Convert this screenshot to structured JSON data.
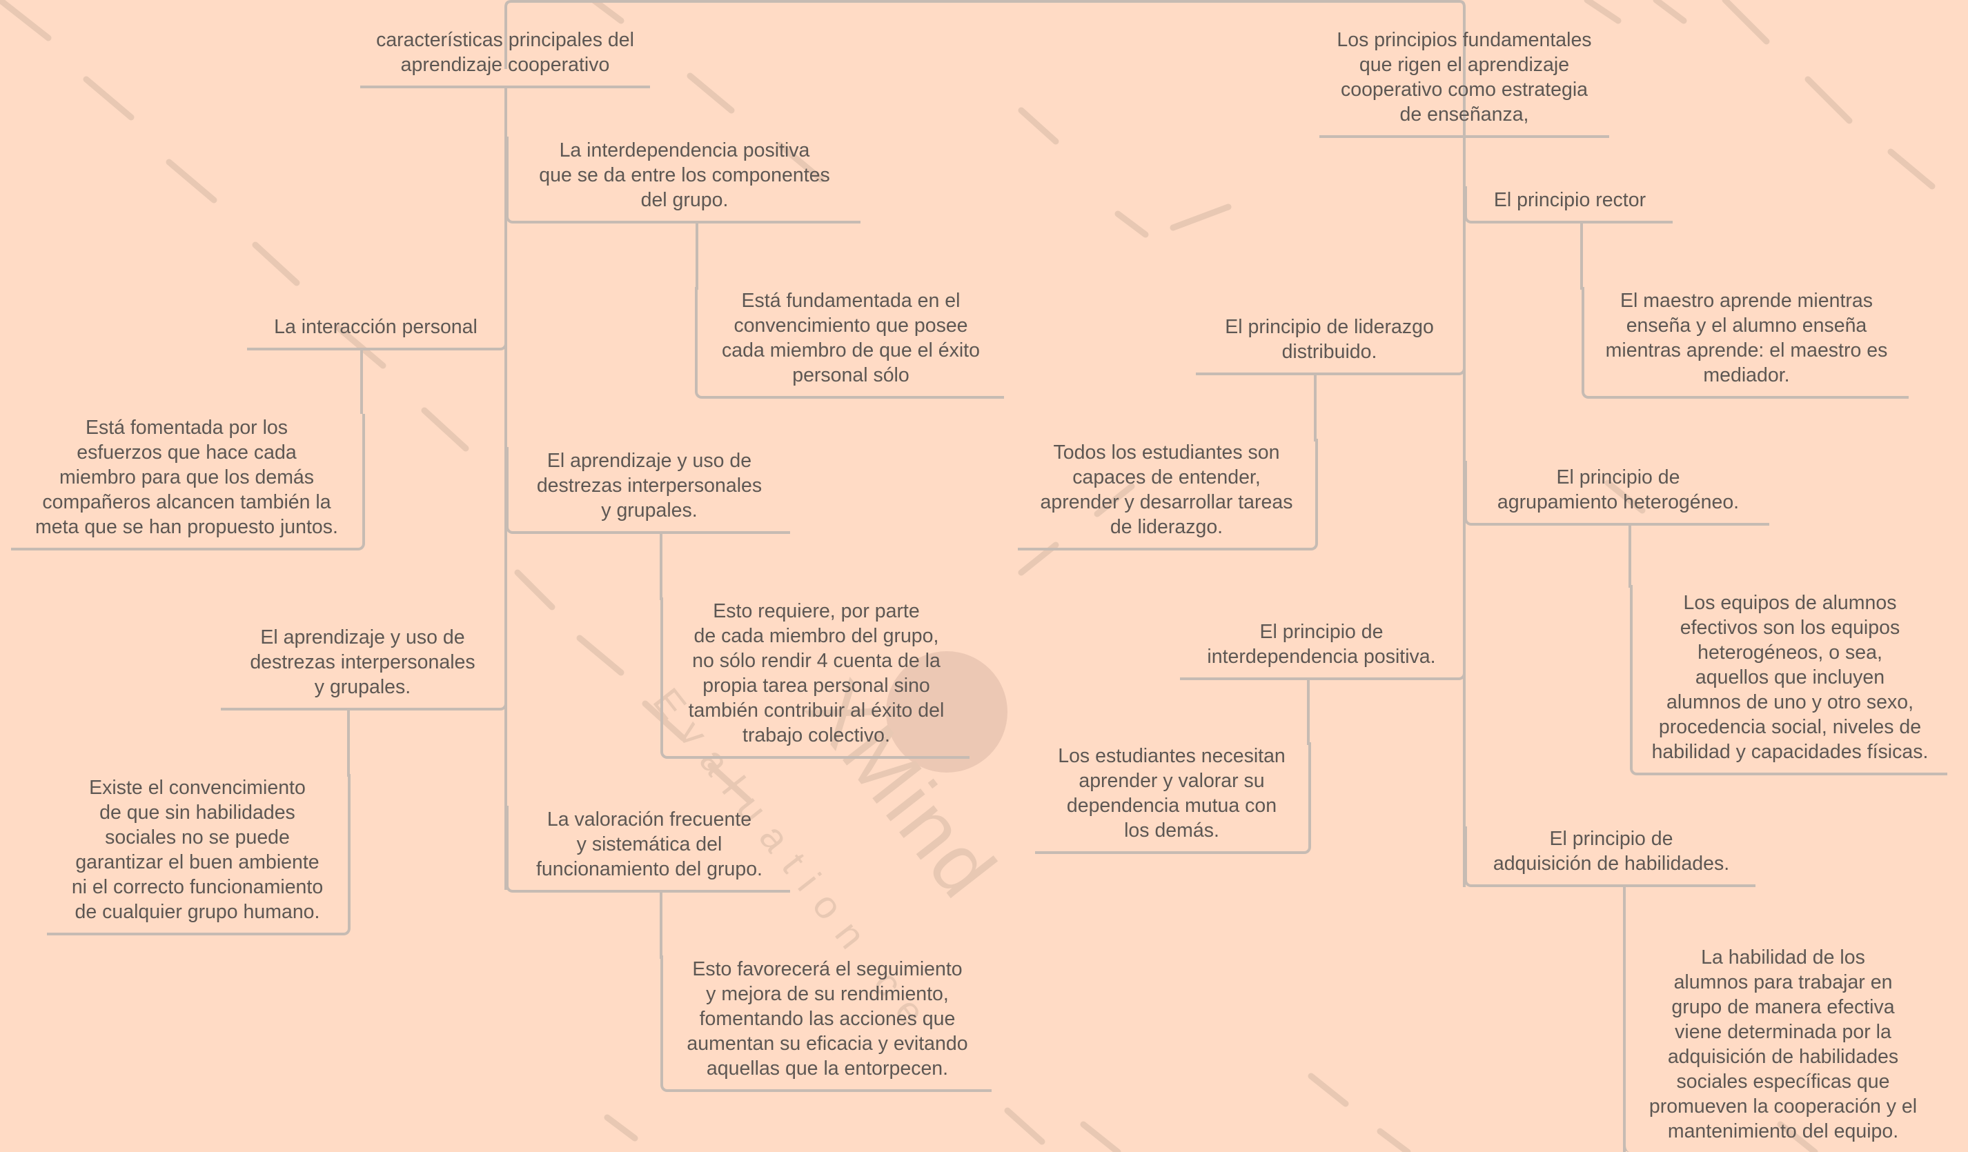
{
  "nodes": {
    "n_caracteristicas": "características principales del\naprendizaje cooperativo",
    "n_interdependencia": "La interdependencia positiva\nque se da entre los componentes\ndel grupo.",
    "n_fundamentada": "Está fundamentada en el\nconvencimiento que posee\ncada miembro de que el éxito\npersonal sólo",
    "n_interaccion": "La interacción personal",
    "n_fomentada": "Está fomentada por los\nesfuerzos que hace cada\nmiembro para que los demás\ncompañeros alcancen también la\nmeta que se han propuesto juntos.",
    "n_aprendizaje_uso_center": "El aprendizaje y uso de\ndestrezas interpersonales\ny grupales.",
    "n_requiere": "Esto requiere, por parte\nde cada miembro del grupo,\nno sólo rendir 4 cuenta de la\npropia tarea personal sino\ntambién contribuir al éxito del\ntrabajo colectivo.",
    "n_aprendizaje_uso_left": "El aprendizaje y uso de\ndestrezas interpersonales\ny grupales.",
    "n_convencimiento": "Existe el convencimiento\nde que sin habilidades\nsociales no se puede\ngarantizar el buen ambiente\nni el correcto funcionamiento\nde cualquier grupo humano.",
    "n_valoracion": "La valoración frecuente\ny sistemática del\nfuncionamiento del grupo.",
    "n_favorecera": "Esto favorecerá el seguimiento\ny mejora de su rendimiento,\nfomentando las acciones que\naumentan su eficacia y evitando\naquellas que la entorpecen.",
    "n_principios": "Los principios fundamentales\nque rigen el aprendizaje\ncooperativo como estrategia\nde enseñanza,",
    "n_rector": "El principio rector",
    "n_maestro": "El maestro aprende mientras\nenseña y el alumno enseña\nmientras aprende: el maestro es\nmediador.",
    "n_liderazgo": "El principio de liderazgo\ndistribuido.",
    "n_todos": "Todos los estudiantes son\ncapaces de entender,\naprender y desarrollar tareas\nde liderazgo.",
    "n_agrupamiento": "El principio de\nagrupamiento heterogéneo.",
    "n_equipos": "Los equipos de alumnos\nefectivos son los equipos\nheterogéneos, o sea,\naquellos que incluyen\nalumnos de uno y otro sexo,\nprocedencia social, niveles de\nhabilidad y capacidades físicas.",
    "n_interdep_positiva": "El principio de\ninterdependencia positiva.",
    "n_necesitan": "Los estudiantes necesitan\naprender y valorar su\ndependencia mutua con\nlos demás.",
    "n_adquisicion": "El principio de\nadquisición de habilidades.",
    "n_habilidad": "La habilidad de los\nalumnos para trabajar en\ngrupo de manera efectiva\nviene determinada por la\nadquisición de habilidades\nsociales específicas que\npromueven la cooperación y el\nmantenimiento del equipo."
  },
  "watermark": {
    "brand": "XMind",
    "sub": "Evaluation ce"
  },
  "colors": {
    "background": "#ffdbc5",
    "line": "#c6bbb3",
    "text": "#5d5753",
    "watermark": "#e8c8b3"
  }
}
